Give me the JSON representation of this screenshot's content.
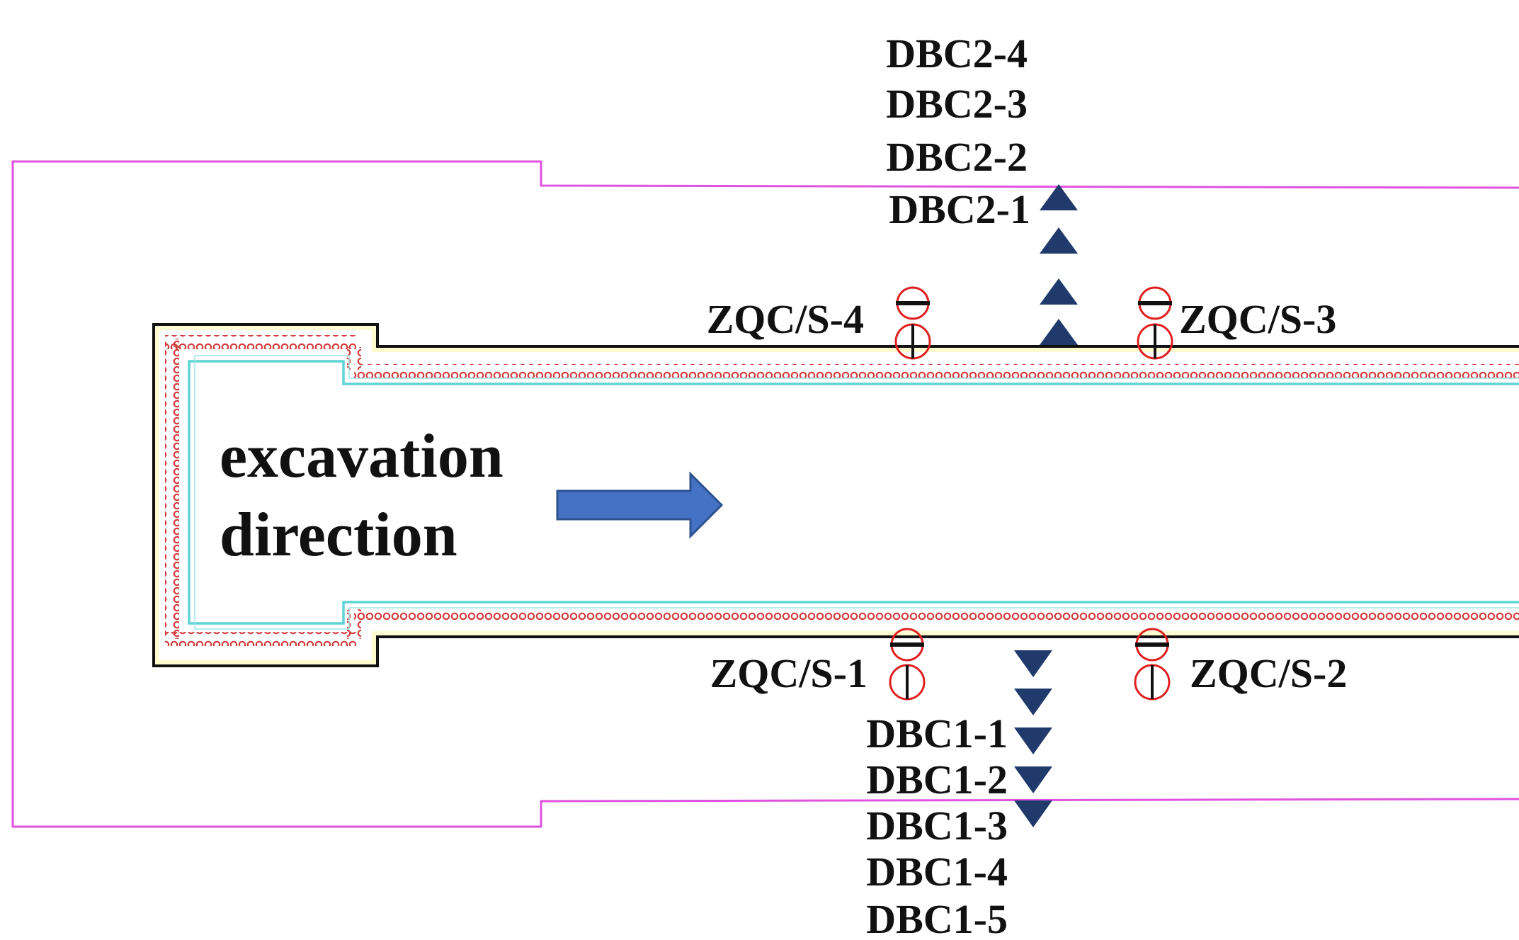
{
  "title": "",
  "annotation": {
    "line1": "excavation",
    "line2": "direction"
  },
  "labels": {
    "dbc2_4": "DBC2-4",
    "dbc2_3": "DBC2-3",
    "dbc2_2": "DBC2-2",
    "dbc2_1": "DBC2-1",
    "zqc_4": "ZQC/S-4",
    "zqc_3": "ZQC/S-3",
    "zqc_1": "ZQC/S-1",
    "zqc_2": "ZQC/S-2",
    "dbc1_1": "DBC1-1",
    "dbc1_2": "DBC1-2",
    "dbc1_3": "DBC1-3",
    "dbc1_4": "DBC1-4",
    "dbc1_5": "DBC1-5"
  },
  "colors": {
    "outer_boundary": "#e052e0",
    "wall_outline": "#111111",
    "wall_fill": "#fffbd0",
    "pile_ring": "#d23c3c",
    "inner_lining": "#5ed4d4",
    "settlement_marker": "#1f3a6b",
    "arrow_fill": "#4472c4",
    "arrow_stroke": "#2f528f",
    "inclinometer": "#e02020"
  },
  "icons": {
    "settlement_point": "triangle-marker-icon",
    "inclinometer": "inclinometer-icon",
    "direction": "arrow-right-icon"
  }
}
